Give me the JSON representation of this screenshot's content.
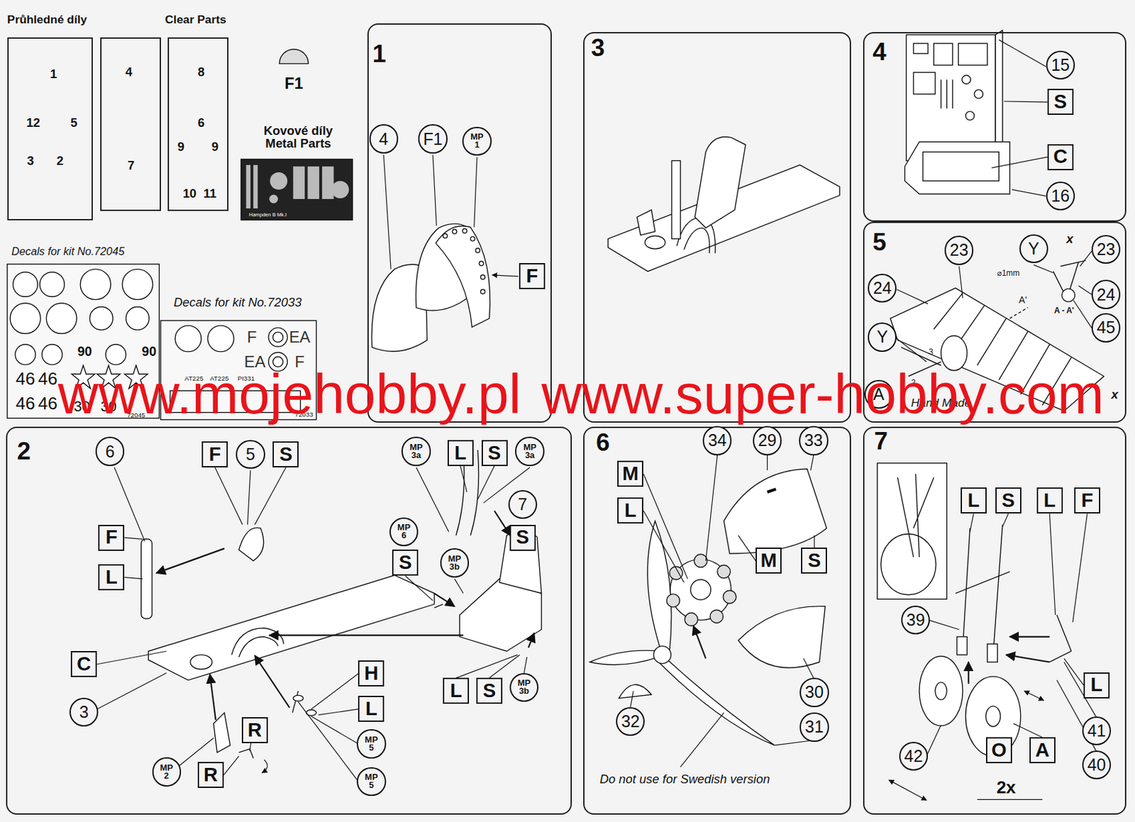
{
  "diagram": {
    "nodes": [
      {
        "text": [
          "1",
          "12",
          "5",
          "3",
          "2"
        ]
      },
      {
        "text": [
          "4",
          "7"
        ]
      },
      {
        "text": [
          "8",
          "6",
          "9",
          "9",
          "10",
          "11"
        ]
      },
      {
        "text": [
          "1"
        ]
      },
      {
        "text": [
          "4"
        ],
        "in": 3
      },
      {
        "text": [
          "F1"
        ],
        "in": 3
      },
      {
        "text": [
          "MP 1"
        ],
        "in": 3
      },
      {
        "text": [
          "F"
        ],
        "in": 3
      },
      {
        "text": [
          "3"
        ]
      },
      {
        "text": [
          "4"
        ]
      },
      {
        "text": [
          "15"
        ],
        "in": 9
      },
      {
        "text": [
          "S"
        ],
        "in": 9
      },
      {
        "text": [
          "C"
        ],
        "in": 9
      },
      {
        "text": [
          "16"
        ],
        "in": 9
      },
      {
        "text": [
          "5"
        ]
      },
      {
        "text": [
          "23"
        ],
        "in": 14
      },
      {
        "text": [
          "Y"
        ],
        "in": 14
      },
      {
        "text": [
          "23"
        ],
        "in": 14
      },
      {
        "text": [
          "24"
        ],
        "in": 14
      },
      {
        "text": [
          "24"
        ],
        "in": 14
      },
      {
        "text": [
          "45"
        ],
        "in": 14
      },
      {
        "text": [
          "Y"
        ],
        "in": 14
      },
      {
        "text": [
          "A"
        ],
        "in": 14
      },
      {
        "text": [
          "2"
        ]
      },
      {
        "text": [
          "6"
        ],
        "in": 23
      },
      {
        "text": [
          "F"
        ],
        "in": 23
      },
      {
        "text": [
          "5"
        ],
        "in": 23
      },
      {
        "text": [
          "S"
        ],
        "in": 23
      },
      {
        "text": [
          "MP 3a"
        ],
        "in": 23
      },
      {
        "text": [
          "L"
        ],
        "in": 23
      },
      {
        "text": [
          "S"
        ],
        "in": 23
      },
      {
        "text": [
          "MP 3a"
        ],
        "in": 23
      },
      {
        "text": [
          "7"
        ],
        "in": 23
      },
      {
        "text": [
          "MP 6"
        ],
        "in": 23
      },
      {
        "text": [
          "F"
        ],
        "in": 23
      },
      {
        "text": [
          "S"
        ],
        "in": 23
      },
      {
        "text": [
          "S"
        ],
        "in": 23
      },
      {
        "text": [
          "MP 3b"
        ],
        "in": 23
      },
      {
        "text": [
          "L"
        ],
        "in": 23
      },
      {
        "text": [
          "C"
        ],
        "in": 23
      },
      {
        "text": [
          "H"
        ],
        "in": 23
      },
      {
        "text": [
          "MP 3b"
        ],
        "in": 23
      },
      {
        "text": [
          "L"
        ],
        "in": 23
      },
      {
        "text": [
          "S"
        ],
        "in": 23
      },
      {
        "text": [
          "L"
        ],
        "in": 23
      },
      {
        "text": [
          "3"
        ],
        "in": 23
      },
      {
        "text": [
          "R"
        ],
        "in": 23
      },
      {
        "text": [
          "MP 5"
        ],
        "in": 23
      },
      {
        "text": [
          "MP 2"
        ],
        "in": 23
      },
      {
        "text": [
          "R"
        ],
        "in": 23
      },
      {
        "text": [
          "MP 5"
        ],
        "in": 23
      },
      {
        "text": [
          "6"
        ]
      },
      {
        "text": [
          "34"
        ],
        "in": 51
      },
      {
        "text": [
          "29"
        ],
        "in": 51
      },
      {
        "text": [
          "33"
        ],
        "in": 51
      },
      {
        "text": [
          "M"
        ],
        "in": 51
      },
      {
        "text": [
          "L"
        ],
        "in": 51
      },
      {
        "text": [
          "M"
        ],
        "in": 51
      },
      {
        "text": [
          "S"
        ],
        "in": 51
      },
      {
        "text": [
          "30"
        ],
        "in": 51
      },
      {
        "text": [
          "32"
        ],
        "in": 51
      },
      {
        "text": [
          "31"
        ],
        "in": 51
      },
      {
        "text": [
          "7"
        ]
      },
      {
        "text": [
          "L"
        ],
        "in": 62
      },
      {
        "text": [
          "S"
        ],
        "in": 62
      },
      {
        "text": [
          "L"
        ],
        "in": 62
      },
      {
        "text": [
          "F"
        ],
        "in": 62
      },
      {
        "text": [
          "39"
        ],
        "in": 62
      },
      {
        "text": [
          "L"
        ],
        "in": 62
      },
      {
        "text": [
          "41"
        ],
        "in": 62
      },
      {
        "text": [
          "O"
        ],
        "in": 62
      },
      {
        "text": [
          "A"
        ],
        "in": 62
      },
      {
        "text": [
          "42"
        ],
        "in": 62
      },
      {
        "text": [
          "40"
        ],
        "in": 62
      }
    ],
    "labels": [
      "Průhledné díly",
      "Clear Parts",
      "F1",
      "Kovové díly",
      "Metal Parts",
      "Hampden B Mk.I",
      "Decals for kit No.72045",
      "Decals for kit No.72033",
      "46",
      "46",
      "46",
      "46",
      "90",
      "90",
      "30",
      "30",
      "72045",
      "F",
      "EA",
      "EA",
      "F",
      "AT225",
      "AT225",
      "PI331",
      "72033",
      "x",
      "⌀1mm",
      "A'",
      "A - A'",
      "3",
      "2",
      "Hand Made",
      "x",
      "Do not use for Swedish version",
      "2x",
      "www.mojehobby.pl",
      "www.super-hobby.com"
    ]
  }
}
